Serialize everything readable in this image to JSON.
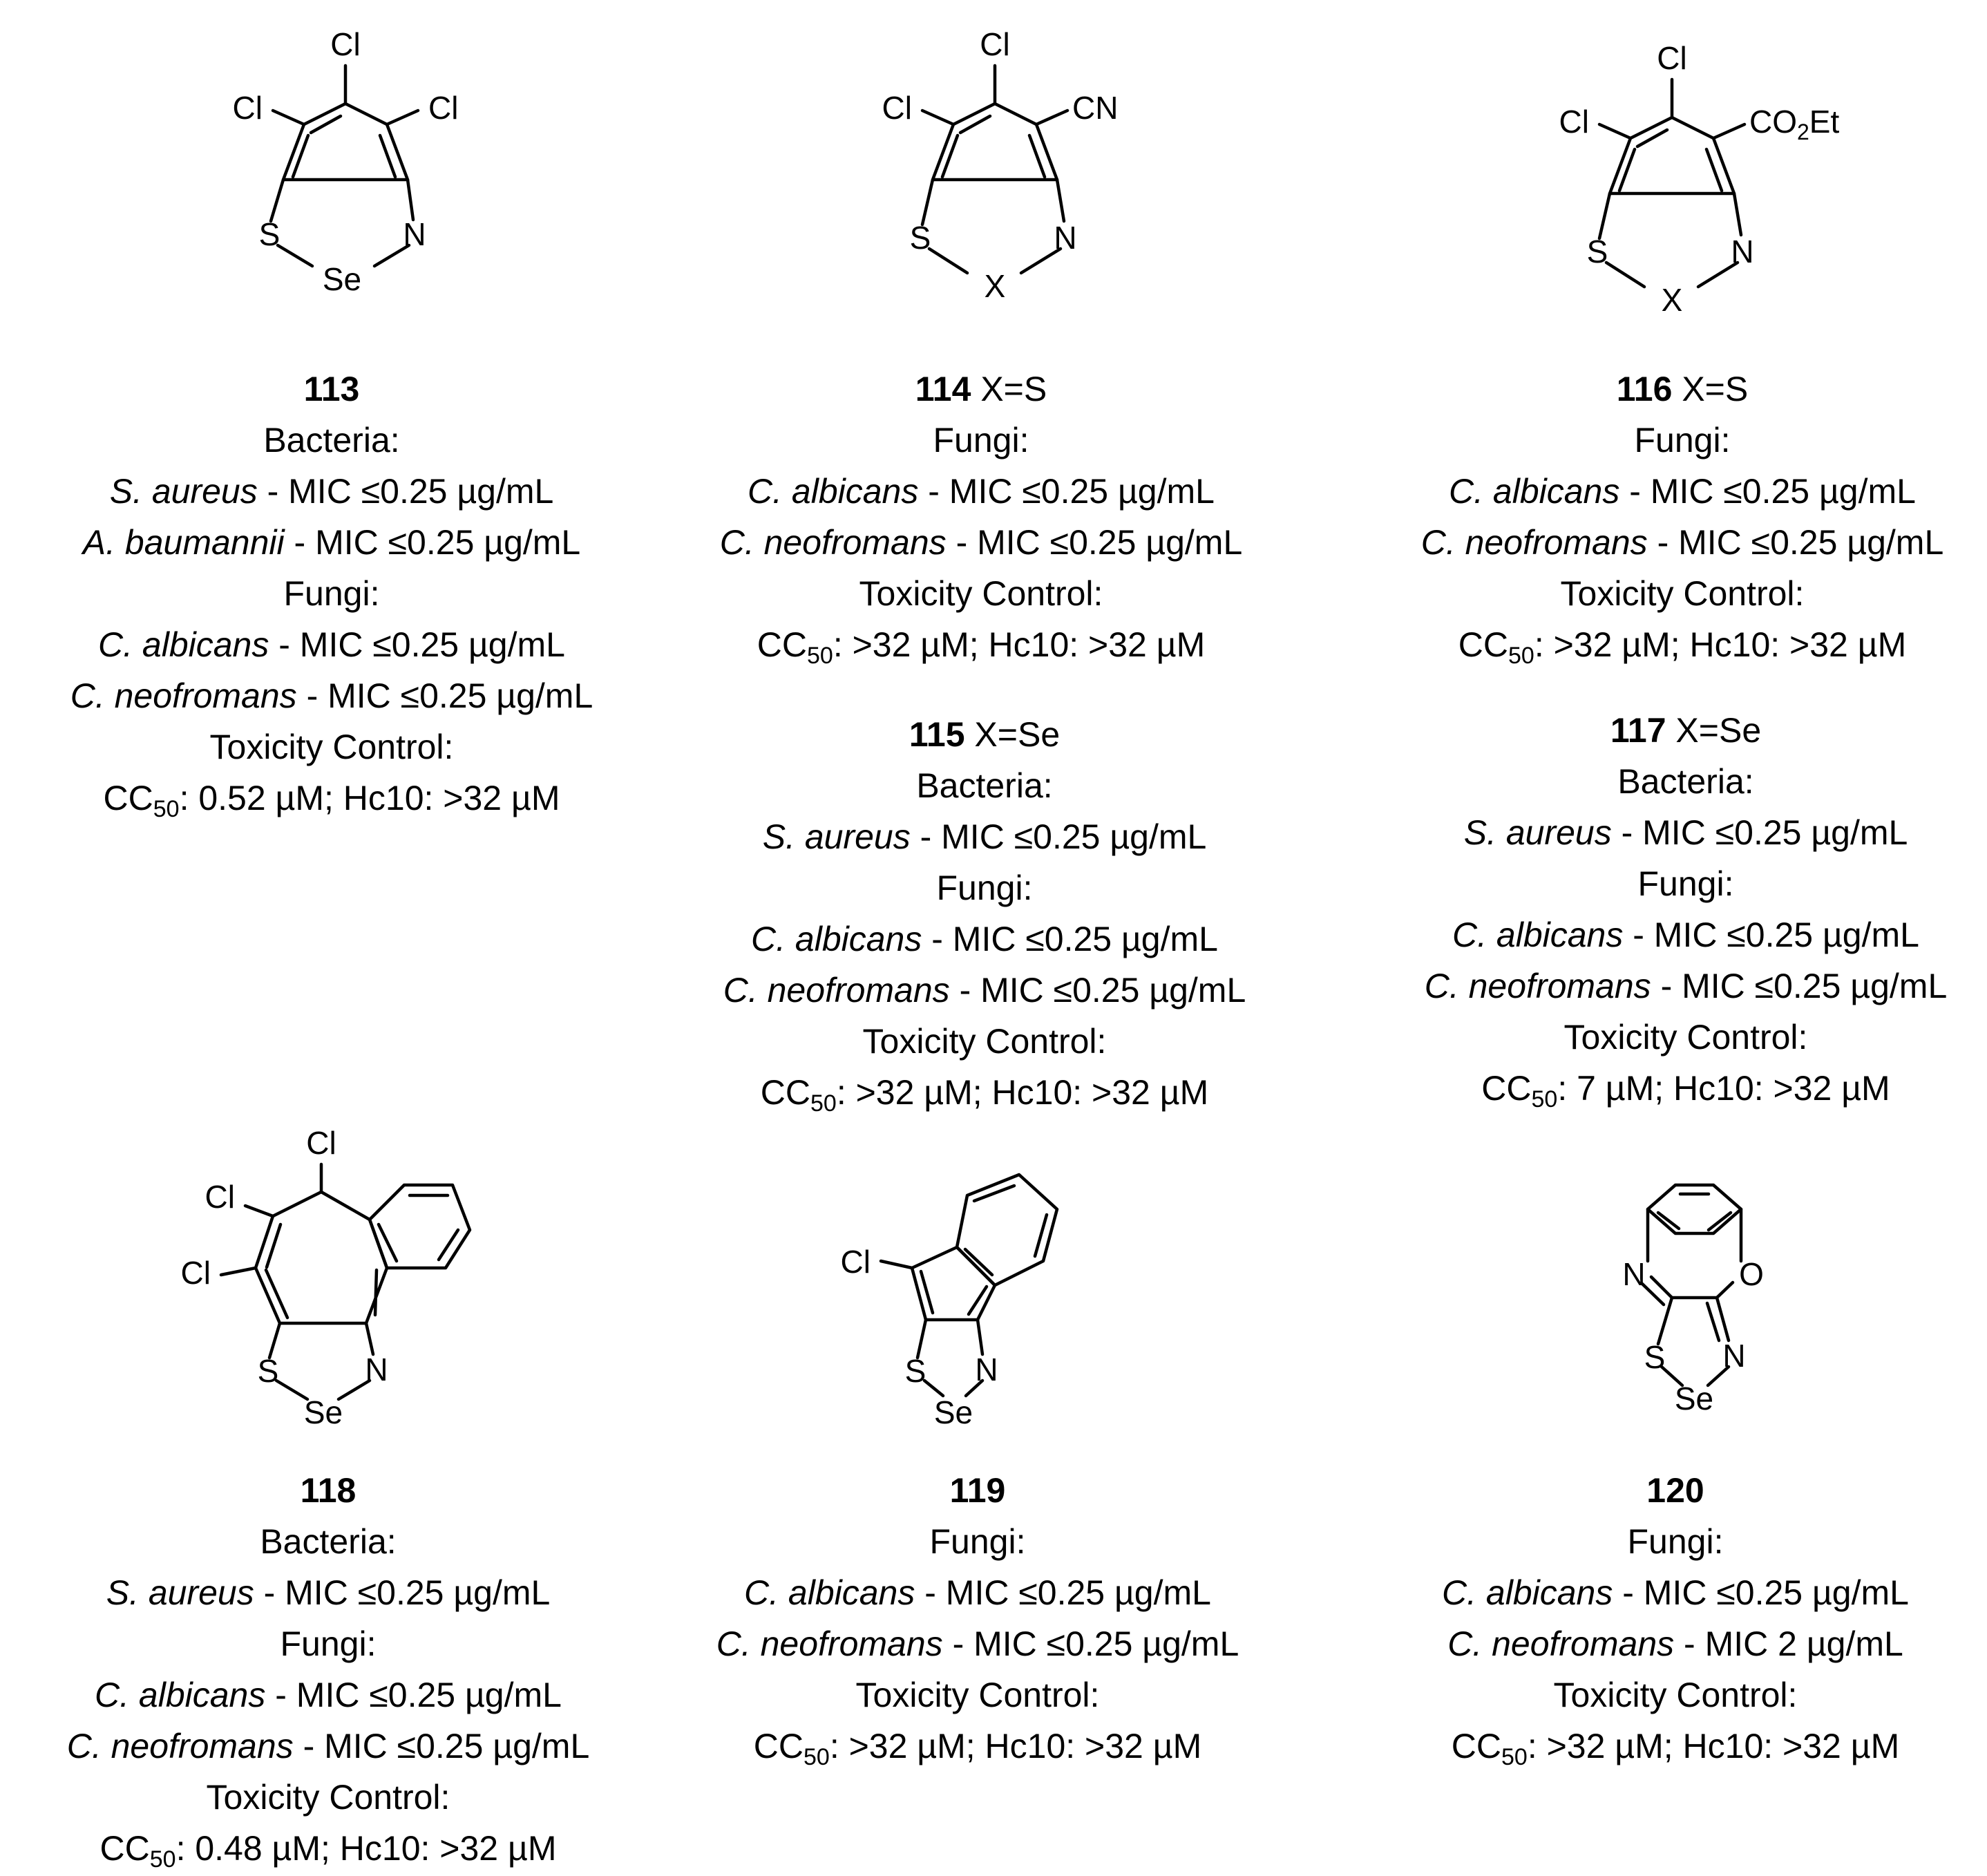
{
  "compounds": [
    {
      "id": "113",
      "x_label": "",
      "lines": [
        {
          "kind": "head",
          "text": "Bacteria:"
        },
        {
          "kind": "mic",
          "species": "S. aureus",
          "value": "- MIC ≤0.25 µg/mL"
        },
        {
          "kind": "mic",
          "species": "A. baumannii",
          "value": "- MIC ≤0.25 µg/mL"
        },
        {
          "kind": "head",
          "text": "Fungi:"
        },
        {
          "kind": "mic",
          "species": "C. albicans",
          "value": "- MIC ≤0.25 µg/mL"
        },
        {
          "kind": "mic",
          "species": "C. neofromans",
          "value": "- MIC ≤0.25 µg/mL"
        },
        {
          "kind": "head",
          "text": "Toxicity Control:"
        },
        {
          "kind": "tox",
          "cc": "CC",
          "sub": "50",
          "rest": ": 0.52 µM; Hc10: >32 µM"
        }
      ]
    },
    {
      "id": "114",
      "x_label": "X=S",
      "lines": [
        {
          "kind": "head",
          "text": "Fungi:"
        },
        {
          "kind": "mic",
          "species": "C. albicans",
          "value": "- MIC ≤0.25 µg/mL"
        },
        {
          "kind": "mic",
          "species": "C. neofromans",
          "value": "- MIC ≤0.25 µg/mL"
        },
        {
          "kind": "head",
          "text": "Toxicity Control:"
        },
        {
          "kind": "tox",
          "cc": "CC",
          "sub": "50",
          "rest": ": >32 µM; Hc10: >32 µM"
        }
      ]
    },
    {
      "id": "115",
      "x_label": "X=Se",
      "lines": [
        {
          "kind": "head",
          "text": "Bacteria:"
        },
        {
          "kind": "mic",
          "species": "S. aureus",
          "value": "- MIC ≤0.25 µg/mL"
        },
        {
          "kind": "head",
          "text": "Fungi:"
        },
        {
          "kind": "mic",
          "species": "C. albicans",
          "value": "- MIC ≤0.25 µg/mL"
        },
        {
          "kind": "mic",
          "species": "C. neofromans",
          "value": "- MIC ≤0.25 µg/mL"
        },
        {
          "kind": "head",
          "text": "Toxicity Control:"
        },
        {
          "kind": "tox",
          "cc": "CC",
          "sub": "50",
          "rest": ": >32 µM; Hc10: >32 µM"
        }
      ]
    },
    {
      "id": "116",
      "x_label": "X=S",
      "lines": [
        {
          "kind": "head",
          "text": "Fungi:"
        },
        {
          "kind": "mic",
          "species": "C. albicans",
          "value": "- MIC ≤0.25 µg/mL"
        },
        {
          "kind": "mic",
          "species": "C. neofromans",
          "value": "- MIC ≤0.25 µg/mL"
        },
        {
          "kind": "head",
          "text": "Toxicity Control:"
        },
        {
          "kind": "tox",
          "cc": "CC",
          "sub": "50",
          "rest": ": >32 µM; Hc10: >32 µM"
        }
      ]
    },
    {
      "id": "117",
      "x_label": "X=Se",
      "lines": [
        {
          "kind": "head",
          "text": "Bacteria:"
        },
        {
          "kind": "mic",
          "species": "S. aureus",
          "value": "- MIC ≤0.25 µg/mL"
        },
        {
          "kind": "head",
          "text": "Fungi:"
        },
        {
          "kind": "mic",
          "species": "C. albicans",
          "value": "- MIC ≤0.25 µg/mL"
        },
        {
          "kind": "mic",
          "species": "C. neofromans",
          "value": "- MIC ≤0.25 µg/mL"
        },
        {
          "kind": "head",
          "text": "Toxicity Control:"
        },
        {
          "kind": "tox",
          "cc": "CC",
          "sub": "50",
          "rest": ": 7 µM; Hc10: >32 µM"
        }
      ]
    },
    {
      "id": "118",
      "x_label": "",
      "lines": [
        {
          "kind": "head",
          "text": "Bacteria:"
        },
        {
          "kind": "mic",
          "species": "S. aureus",
          "value": "- MIC ≤0.25 µg/mL"
        },
        {
          "kind": "head",
          "text": "Fungi:"
        },
        {
          "kind": "mic",
          "species": "C. albicans",
          "value": "- MIC ≤0.25 µg/mL"
        },
        {
          "kind": "mic",
          "species": "C. neofromans",
          "value": "- MIC ≤0.25 µg/mL"
        },
        {
          "kind": "head",
          "text": "Toxicity Control:"
        },
        {
          "kind": "tox",
          "cc": "CC",
          "sub": "50",
          "rest": ": 0.48 µM; Hc10: >32 µM"
        }
      ]
    },
    {
      "id": "119",
      "x_label": "",
      "lines": [
        {
          "kind": "head",
          "text": "Fungi:"
        },
        {
          "kind": "mic",
          "species": "C. albicans",
          "value": "- MIC ≤0.25 µg/mL"
        },
        {
          "kind": "mic",
          "species": "C. neofromans",
          "value": "- MIC ≤0.25 µg/mL"
        },
        {
          "kind": "head",
          "text": "Toxicity Control:"
        },
        {
          "kind": "tox",
          "cc": "CC",
          "sub": "50",
          "rest": ": >32 µM; Hc10: >32 µM"
        }
      ]
    },
    {
      "id": "120",
      "x_label": "",
      "lines": [
        {
          "kind": "head",
          "text": "Fungi:"
        },
        {
          "kind": "mic",
          "species": "C. albicans",
          "value": "- MIC ≤0.25 µg/mL"
        },
        {
          "kind": "mic",
          "species": "C. neofromans",
          "value": "- MIC 2 µg/mL"
        },
        {
          "kind": "head",
          "text": "Toxicity Control:"
        },
        {
          "kind": "tox",
          "cc": "CC",
          "sub": "50",
          "rest": ": >32 µM; Hc10: >32 µM"
        }
      ]
    }
  ],
  "atoms": {
    "cl": "Cl",
    "s": "S",
    "se": "Se",
    "n": "N",
    "x": "X",
    "o": "O",
    "cn": "CN",
    "co2et_a": "CO",
    "co2et_sub": "2",
    "co2et_b": "Et"
  }
}
